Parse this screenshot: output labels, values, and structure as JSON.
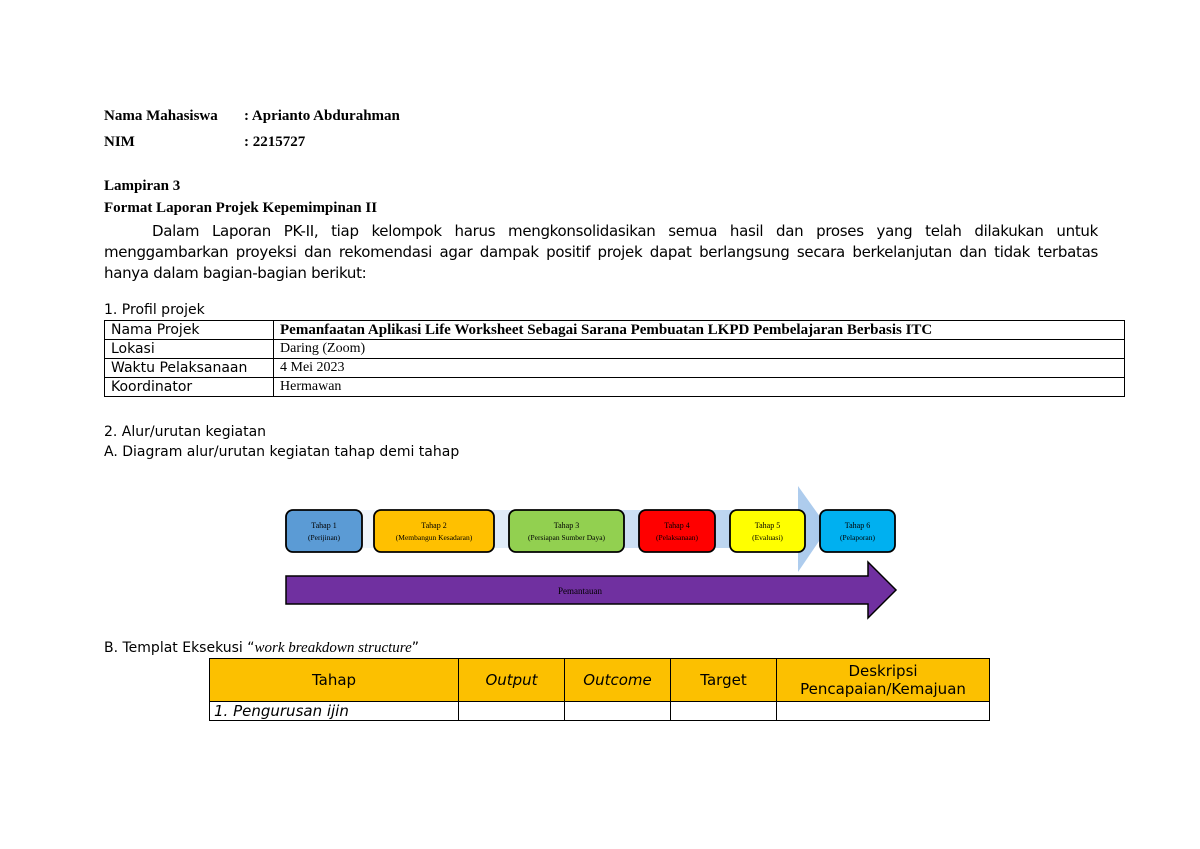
{
  "header": {
    "name_label": "Nama Mahasiswa",
    "name_value": ": Aprianto Abdurahman",
    "nim_label": "NIM",
    "nim_value": ": 2215727"
  },
  "attachment": "Lampiran 3",
  "report_title": "Format Laporan Projek Kepemimpinan II",
  "intro_paragraph": "Dalam Laporan PK-II, tiap kelompok harus mengkonsolidasikan semua hasil dan proses yang telah dilakukan untuk menggambarkan proyeksi dan rekomendasi agar dampak positif projek dapat berlangsung secara berkelanjutan dan tidak terbatas hanya dalam bagian-bagian berikut:",
  "section1": {
    "heading": "1. Profil projek",
    "rows": [
      {
        "label": "Nama Projek",
        "value": "Pemanfaatan Aplikasi Life Worksheet Sebagai Sarana Pembuatan LKPD Pembelajaran Berbasis ITC"
      },
      {
        "label": "Lokasi",
        "value": "Daring (Zoom)"
      },
      {
        "label": "Waktu Pelaksanaan",
        "value": "4 Mei 2023"
      },
      {
        "label": "Koordinator",
        "value": "Hermawan"
      }
    ]
  },
  "section2": {
    "heading": "2. Alur/urutan kegiatan",
    "sub_a": "A. Diagram alur/urutan kegiatan tahap demi tahap",
    "stages": [
      {
        "title": "Tahap 1",
        "desc": "(Perijinan)",
        "color": "#5b9bd5"
      },
      {
        "title": "Tahap 2",
        "desc": "(Membangun Kesadaran)",
        "color": "#ffc000"
      },
      {
        "title": "Tahap 3",
        "desc": "(Persiapan Sumber Daya)",
        "color": "#92d050"
      },
      {
        "title": "Tahap 4",
        "desc": "(Pelaksanaan)",
        "color": "#ff0000"
      },
      {
        "title": "Tahap 5",
        "desc": "(Evaluasi)",
        "color": "#ffff00"
      },
      {
        "title": "Tahap 6",
        "desc": "(Pelaporan)",
        "color": "#00b0f0"
      }
    ],
    "monitoring_label": "Pemantauan",
    "monitoring_color": "#7030a0",
    "sub_b_prefix": "B. Templat Eksekusi “",
    "sub_b_italic": "work breakdown structure",
    "sub_b_suffix": "”"
  },
  "wbs_table": {
    "headers": [
      "Tahap",
      "Output",
      "Outcome",
      "Target",
      "Deskripsi",
      "Pencapaian/Kemajuan"
    ],
    "first_row": "1. Pengurusan ijin",
    "header_color": "#fcc000"
  }
}
